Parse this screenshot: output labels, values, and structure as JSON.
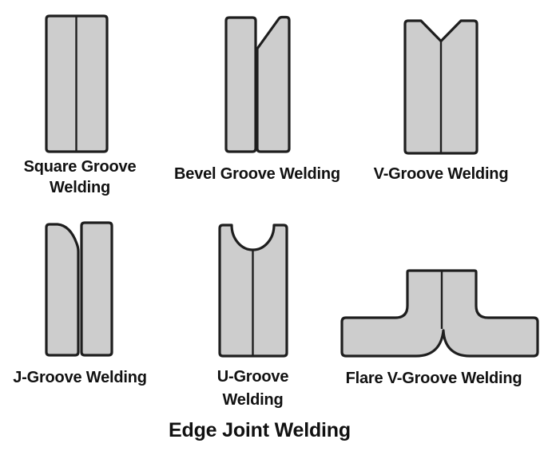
{
  "title": "Edge Joint Welding",
  "colors": {
    "plate_fill": "#cdcdcd",
    "outline": "#1e1e1e",
    "text": "#111111",
    "background": "#ffffff"
  },
  "diagrams": [
    {
      "id": "square-groove",
      "label": "Square Groove Welding"
    },
    {
      "id": "bevel-groove",
      "label": "Bevel Groove Welding"
    },
    {
      "id": "v-groove",
      "label": "V-Groove Welding"
    },
    {
      "id": "j-groove",
      "label": "J-Groove Welding"
    },
    {
      "id": "u-groove",
      "label": "U-Groove Welding"
    },
    {
      "id": "flare-v-groove",
      "label": "Flare V-Groove Welding"
    }
  ]
}
